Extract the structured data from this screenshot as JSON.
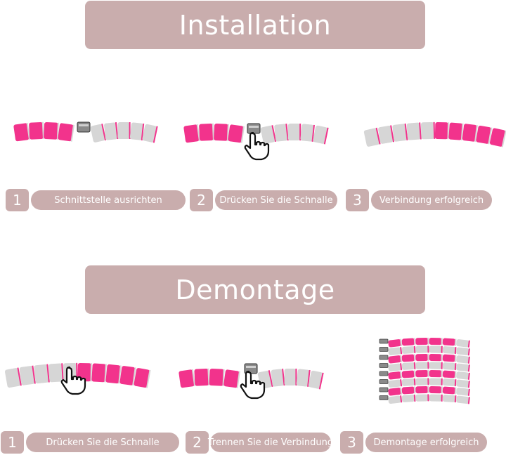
{
  "installation": {
    "title": "Installation",
    "steps": [
      {
        "number": "1",
        "label": "Schnittstelle ausrichten"
      },
      {
        "number": "2",
        "label": "Drücken Sie die Schnalle"
      },
      {
        "number": "3",
        "label": "Verbindung erfolgreich"
      }
    ]
  },
  "demontage": {
    "title": "Demontage",
    "steps": [
      {
        "number": "1",
        "label": "Drücken Sie die Schnalle"
      },
      {
        "number": "2",
        "label": "Trennen Sie die Verbindung"
      },
      {
        "number": "3",
        "label": "Demontage erfolgreich"
      }
    ]
  },
  "colors": {
    "accent": "#c9adad",
    "pink": "#f2338c",
    "gray": "#d6d6d6"
  }
}
